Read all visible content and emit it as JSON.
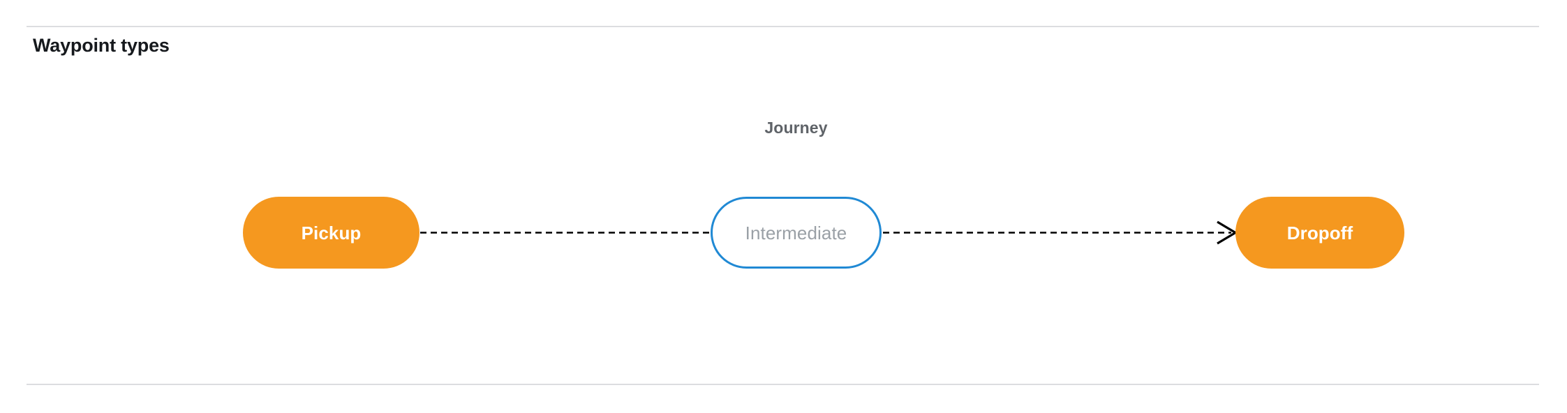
{
  "page": {
    "section_title": "Waypoint types",
    "background_color": "#ffffff",
    "divider_color": "#dcdde0"
  },
  "diagram": {
    "type": "flow",
    "graph_label": "Journey",
    "graph_label_color": "#5f6368",
    "nodes": [
      {
        "id": "pickup",
        "label": "Pickup",
        "shape": "pill",
        "fill": "#f5981f",
        "text_color": "#ffffff",
        "border": "none"
      },
      {
        "id": "intermediate",
        "label": "Intermediate",
        "shape": "pill",
        "fill": "#ffffff",
        "text_color": "#9aa0a6",
        "border": "#2089d4"
      },
      {
        "id": "dropoff",
        "label": "Dropoff",
        "shape": "pill",
        "fill": "#f5981f",
        "text_color": "#ffffff",
        "border": "none"
      }
    ],
    "edges": [
      {
        "id": "pickup-to-intermediate",
        "from": "pickup",
        "to": "intermediate",
        "style": "dashed",
        "color": "#000000",
        "arrowhead": false
      },
      {
        "id": "intermediate-to-dropoff",
        "from": "intermediate",
        "to": "dropoff",
        "style": "dashed",
        "color": "#000000",
        "arrowhead": true
      }
    ]
  }
}
